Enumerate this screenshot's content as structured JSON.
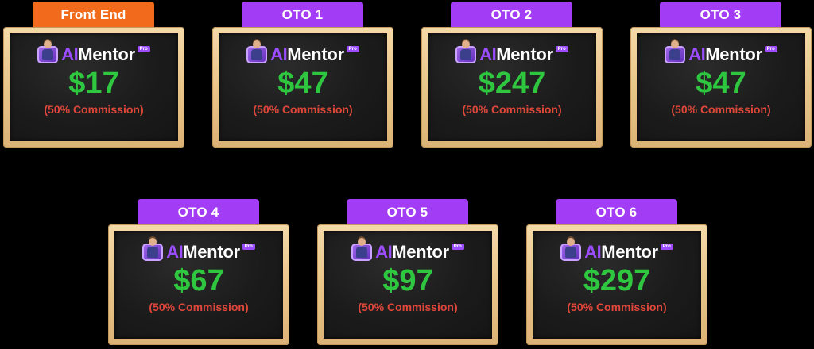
{
  "colors": {
    "background": "#000000",
    "front_end_tab": "#f26a1b",
    "oto_tab": "#a23cf5",
    "price": "#2fc73f",
    "commission": "#e0473a",
    "brand_ai": "#9b4dff",
    "frame": "#e9c58a"
  },
  "brand": {
    "ai": "AI",
    "mentor": "Mentor",
    "badge": "Pro"
  },
  "cards": [
    {
      "label": "Front End",
      "price": "$17",
      "commission": "(50% Commission)"
    },
    {
      "label": "OTO 1",
      "price": "$47",
      "commission": "(50% Commission)"
    },
    {
      "label": "OTO 2",
      "price": "$247",
      "commission": "(50% Commission)"
    },
    {
      "label": "OTO 3",
      "price": "$47",
      "commission": "(50% Commission)"
    },
    {
      "label": "OTO 4",
      "price": "$67",
      "commission": "(50% Commission)"
    },
    {
      "label": "OTO 5",
      "price": "$97",
      "commission": "(50% Commission)"
    },
    {
      "label": "OTO 6",
      "price": "$297",
      "commission": "(50% Commission)"
    }
  ]
}
